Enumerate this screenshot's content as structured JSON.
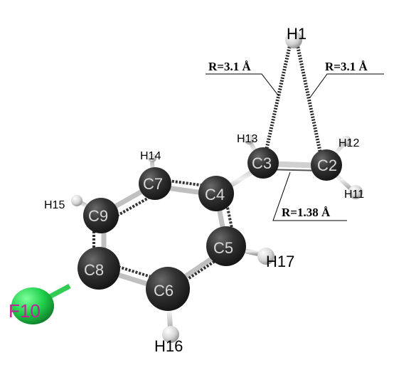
{
  "molecule": {
    "atoms": {
      "H1": {
        "label": "H1",
        "element": "H"
      },
      "C2": {
        "label": "C2",
        "element": "C"
      },
      "C3": {
        "label": "C3",
        "element": "C"
      },
      "C4": {
        "label": "C4",
        "element": "C"
      },
      "C5": {
        "label": "C5",
        "element": "C"
      },
      "C6": {
        "label": "C6",
        "element": "C"
      },
      "C7": {
        "label": "C7",
        "element": "C"
      },
      "C8": {
        "label": "C8",
        "element": "C"
      },
      "C9": {
        "label": "C9",
        "element": "C"
      },
      "F10": {
        "label": "F10",
        "element": "F"
      },
      "H11": {
        "label": "H11",
        "element": "H"
      },
      "H12": {
        "label": "H12",
        "element": "H"
      },
      "H13": {
        "label": "H13",
        "element": "H"
      },
      "H14": {
        "label": "H14",
        "element": "H"
      },
      "H15": {
        "label": "H15",
        "element": "H"
      },
      "H16": {
        "label": "H16",
        "element": "H"
      },
      "H17": {
        "label": "H17",
        "element": "H"
      }
    },
    "measurements": {
      "h1_c3": "R=3.1 Å",
      "h1_c2": "R=3.1 Å",
      "c2_c3": "R=1.38 Å"
    },
    "colors": {
      "carbon": "#2a2a2a",
      "hydrogen": "#d9d9d9",
      "fluorine": "#22c84a",
      "bond_gray": "#c8c8c8",
      "fluorine_label": "#c0209a"
    }
  }
}
